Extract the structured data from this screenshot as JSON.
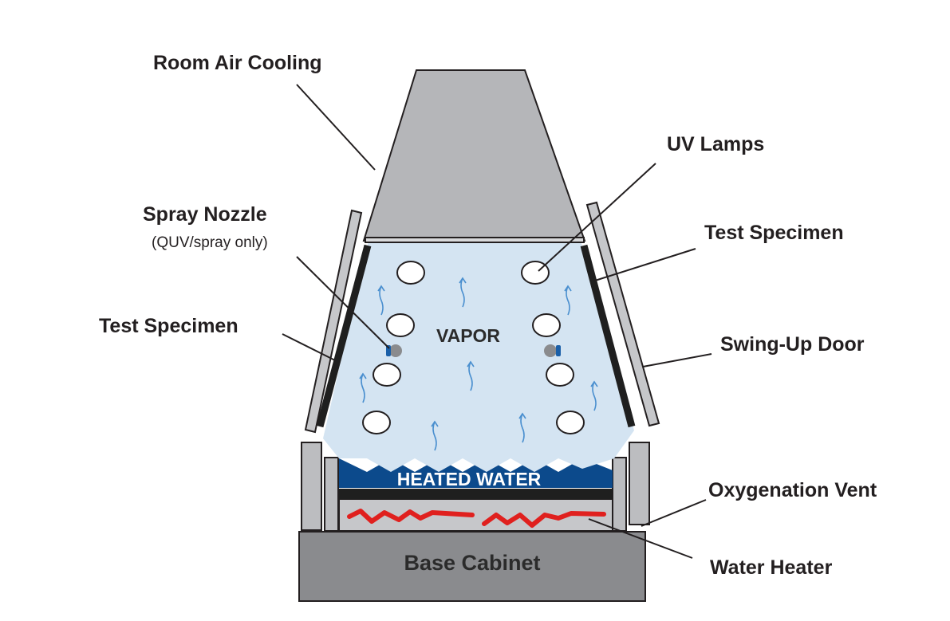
{
  "labels": {
    "room_air_cooling": "Room Air Cooling",
    "uv_lamps": "UV Lamps",
    "spray_nozzle": "Spray Nozzle",
    "spray_nozzle_note": "(QUV/spray only)",
    "test_specimen_right": "Test Specimen",
    "test_specimen_left": "Test Specimen",
    "swing_up_door": "Swing-Up Door",
    "oxygenation_vent": "Oxygenation Vent",
    "water_heater": "Water Heater",
    "vapor": "VAPOR",
    "heated_water": "HEATED WATER",
    "base_cabinet": "Base Cabinet"
  },
  "colors": {
    "chamber_vapor": "#d4e4f2",
    "heated_water": "#0c4a8c",
    "heater_element": "#e0201e",
    "housing_gray": "#bcbdc0",
    "base_gray": "#8a8b8e",
    "vapor_arrow": "#4a8fcf",
    "line": "#231f20"
  }
}
